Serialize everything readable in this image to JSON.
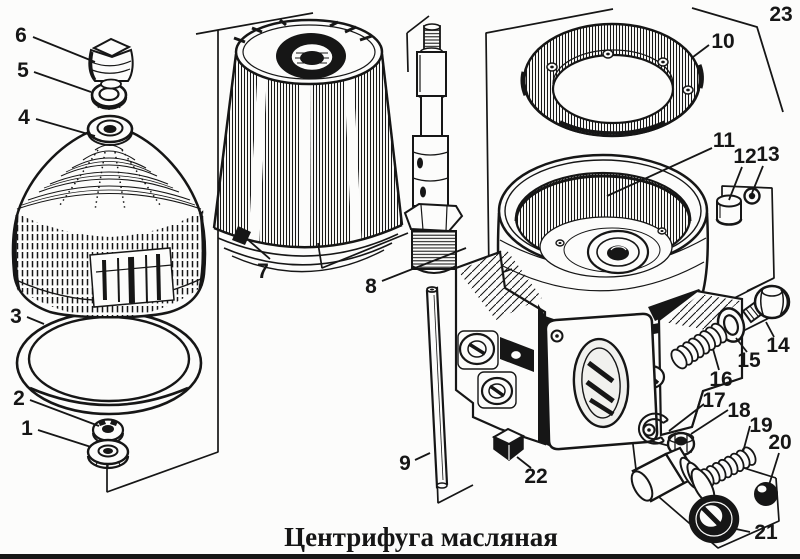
{
  "figure": {
    "title": "Центрифуга масляная",
    "labels": [
      "1",
      "2",
      "3",
      "4",
      "5",
      "6",
      "7",
      "8",
      "9",
      "10",
      "11",
      "12",
      "13",
      "14",
      "15",
      "16",
      "17",
      "18",
      "19",
      "20",
      "21",
      "22",
      "23"
    ]
  },
  "colors": {
    "ink": "#161616",
    "paper": "#fcfcfb"
  }
}
